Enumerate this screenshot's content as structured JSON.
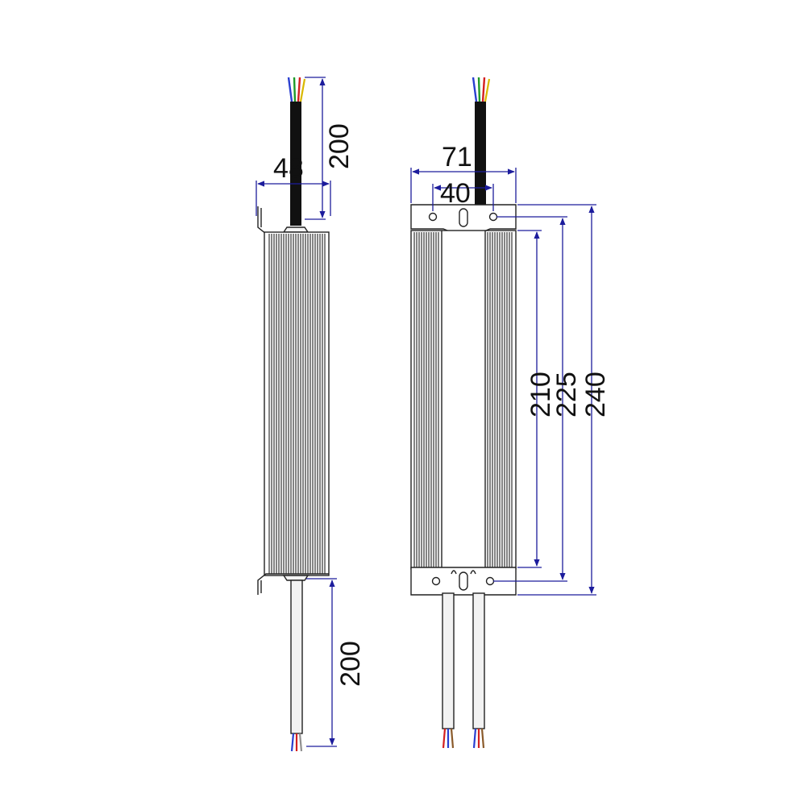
{
  "colors": {
    "dimension_line": "#1c1c9c",
    "outline": "#222222",
    "cable_black": "#111111",
    "wire_red": "#d42020",
    "wire_green": "#1f9a2a",
    "wire_blue": "#2a3fd0",
    "wire_yellow": "#d9b800",
    "wire_brown": "#8a5a2a",
    "wire_grey": "#909090"
  },
  "side_view": {
    "width_label": "48",
    "input_cable_length_label": "200",
    "output_cable_length_label": "200"
  },
  "front_view": {
    "width_label": "71",
    "hole_spacing_label": "40",
    "body_length_label": "210",
    "hole_pitch_label": "225",
    "total_length_label": "240"
  }
}
